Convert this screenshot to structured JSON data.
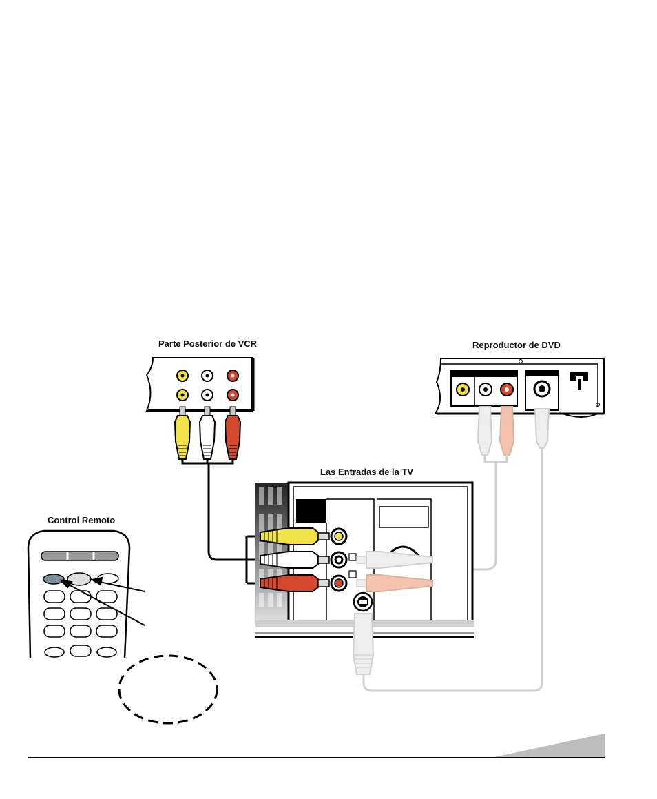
{
  "labels": {
    "vcr": "Parte Posterior de VCR",
    "dvd": "Reproductor de DVD",
    "tv": "Las Entradas de la TV",
    "remote": "Control Remoto"
  },
  "colors": {
    "video_yellow": "#f2e24a",
    "audio_white": "#ffffff",
    "audio_red": "#d2492f",
    "faded_white": "#eeeeee",
    "faded_red": "#f3c3ad",
    "faded_gray": "#cfcfcf",
    "line": "#000000",
    "corner_tab": "#bdbdbd"
  },
  "icons": {
    "rca_jack": "rca-jack-icon",
    "svideo_jack": "svideo-jack-icon",
    "power_socket": "power-socket-icon"
  }
}
